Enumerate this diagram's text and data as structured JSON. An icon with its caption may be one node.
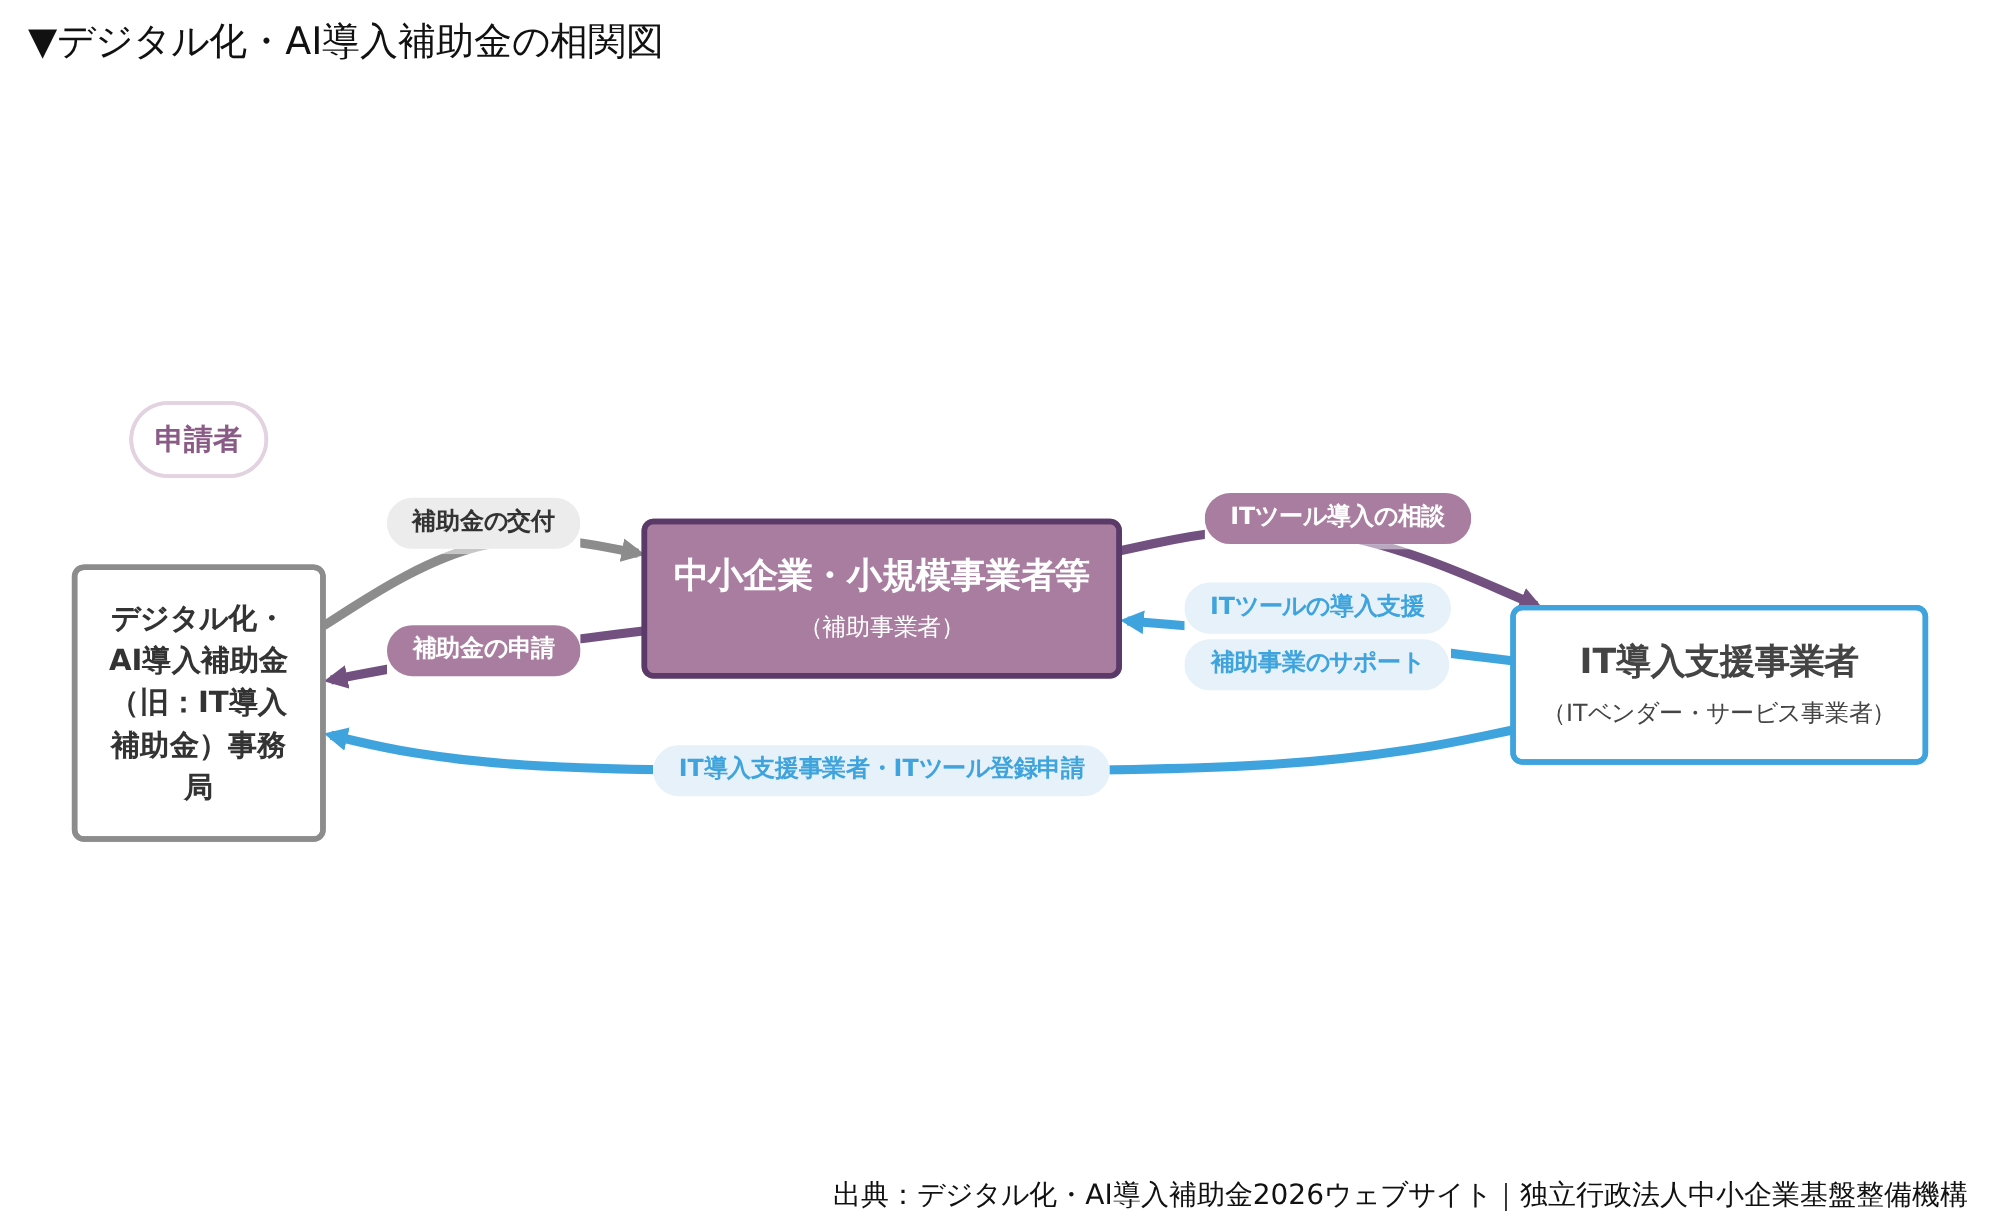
{
  "diagram": {
    "title": "▼デジタル化・AI導入補助金の相関図",
    "caption": "出典：デジタル化・AI導入補助金2026ウェブサイト｜独立行政法人中小企業基盤整備機構",
    "nodes": [
      {
        "text": [
          "申請者"
        ]
      },
      {
        "text": [
          "デジタル化・AI導入補助金（旧：IT導入補助金）事務局"
        ]
      },
      {
        "text": [
          "中小企業・小規模事業者等",
          "（補助事業者）"
        ]
      },
      {
        "text": [
          "IT導入支援事業者",
          "（ITベンダー・サービス事業者）"
        ]
      }
    ],
    "edges": [
      {
        "from": 2,
        "to": 1,
        "arrow": "to",
        "label": "補助金の申請",
        "color": "#72507f"
      },
      {
        "from": 1,
        "to": 2,
        "arrow": "to",
        "label": "補助金の交付",
        "color": "#8c8c8c"
      },
      {
        "from": 2,
        "to": 3,
        "arrow": "to",
        "label": "ITツール導入の相談",
        "color": "#72507f"
      },
      {
        "from": 3,
        "to": 2,
        "arrow": "to",
        "label": "ITツールの導入支援",
        "color": "#3fa4dd"
      },
      {
        "from": 3,
        "to": 1,
        "arrow": "to",
        "label": "IT導入支援事業者・ITツール登録申請",
        "color": "#3fa4dd"
      }
    ],
    "labels": [
      "補助事業のサポート"
    ]
  }
}
